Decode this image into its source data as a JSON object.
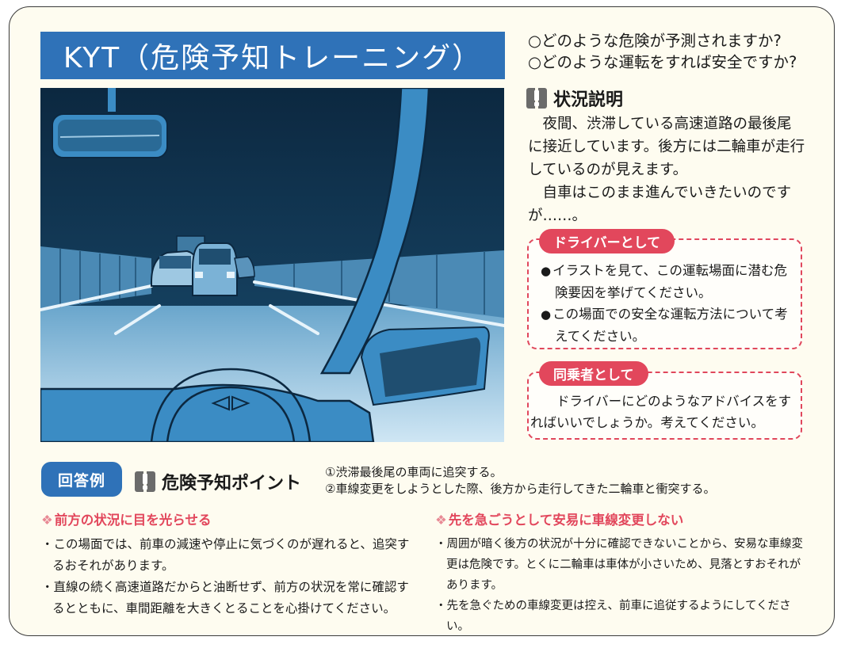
{
  "title": "KYT（危険予知トレーニング）",
  "questions": [
    "○どのような危険が予測されますか?",
    "○どのような運転をすれば安全ですか?"
  ],
  "situation": {
    "heading": "状況説明",
    "icon": "exclamation-icon",
    "paragraphs": [
      "夜間、渋滞している高速道路の最後尾に接近しています。後方には二輪車が走行しているのが見えます。",
      "自車はこのまま進んでいきたいのですが……。"
    ]
  },
  "driver_box": {
    "label": "ドライバーとして",
    "items": [
      "イラストを見て、この運転場面に潜む危険要因を挙げてください。",
      "この場面での安全な運転方法について考えてください。"
    ]
  },
  "passenger_box": {
    "label": "同乗者として",
    "text": "ドライバーにどのようなアドバイスをすればいいでしょうか。考えてください。"
  },
  "answer": {
    "badge": "回答例",
    "points_heading": "危険予知ポイント",
    "points": [
      "①渋滞最後尾の車両に追突する。",
      "②車線変更をしようとした際、後方から走行してきた二輪車と衝突する。"
    ],
    "left": {
      "heading": "前方の状況に目を光らせる",
      "bullets": [
        "この場面では、前車の減速や停止に気づくのが遅れると、追突するおそれがあります。",
        "直線の続く高速道路だからと油断せず、前方の状況を常に確認するとともに、車間距離を大きくとることを心掛けてください。"
      ]
    },
    "right": {
      "heading": "先を急ごうとして安易に車線変更しない",
      "bullets": [
        "周囲が暗く後方の状況が十分に確認できないことから、安易な車線変更は危険です。とくに二輪車は車体が小さいため、見落とすおそれがあります。",
        "先を急ぐための車線変更は控え、前車に追従するようにしてください。"
      ]
    }
  },
  "colors": {
    "title_blue": "#2f72b8",
    "accent_pink": "#e2475c",
    "card_bg": "#fefcf0",
    "icon_gray": "#6b6b6b"
  }
}
